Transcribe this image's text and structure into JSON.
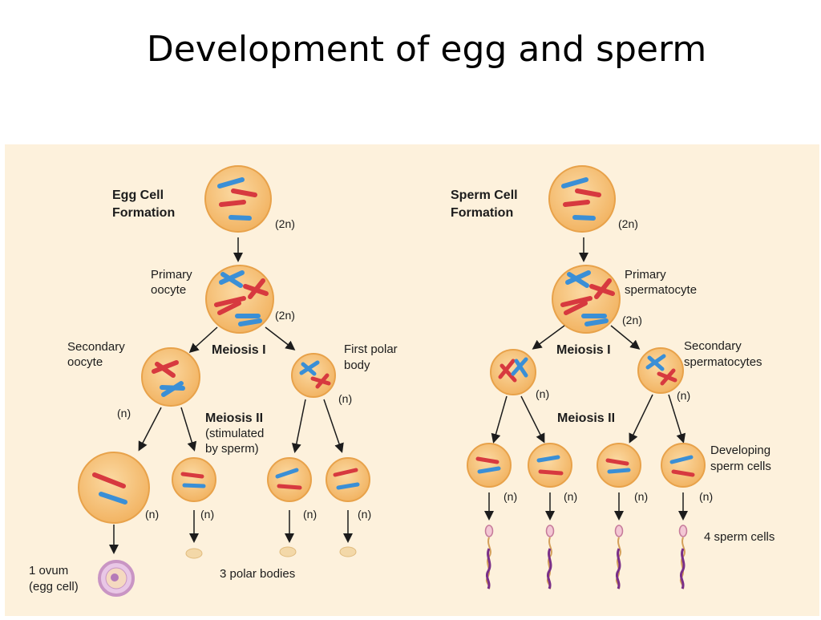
{
  "title": "Development of egg and sperm",
  "colors": {
    "background": "#fdf1dc",
    "cell_fill": "#f6c47a",
    "cell_border": "#e8a24a",
    "chromosome_red": "#d7393f",
    "chromosome_blue": "#3a8fd6",
    "polar_body": "#f3d8a8",
    "ovum": "#c995c4",
    "sperm_tail": "#7a2f88"
  },
  "egg": {
    "heading_1": "Egg Cell",
    "heading_2": "Formation",
    "ploidy_2n": "(2n)",
    "ploidy_2n_b": "(2n)",
    "primary_1": "Primary",
    "primary_2": "oocyte",
    "meiosis1": "Meiosis I",
    "secondary_1": "Secondary",
    "secondary_2": "oocyte",
    "polar_1": "First polar",
    "polar_2": "body",
    "n1": "(n)",
    "n2": "(n)",
    "meiosis2_1": "Meiosis II",
    "meiosis2_2": "(stimulated",
    "meiosis2_3": "by sperm)",
    "n3": "(n)",
    "n4": "(n)",
    "n5": "(n)",
    "n6": "(n)",
    "ovum_1": "1 ovum",
    "ovum_2": "(egg cell)",
    "polar_bodies": "3 polar bodies"
  },
  "sperm": {
    "heading_1": "Sperm Cell",
    "heading_2": "Formation",
    "ploidy_2n": "(2n)",
    "ploidy_2n_b": "(2n)",
    "primary_1": "Primary",
    "primary_2": "spermatocyte",
    "meiosis1": "Meiosis I",
    "secondary_1": "Secondary",
    "secondary_2": "spermatocytes",
    "n1": "(n)",
    "n2": "(n)",
    "meiosis2": "Meiosis II",
    "developing_1": "Developing",
    "developing_2": "sperm cells",
    "n3": "(n)",
    "n4": "(n)",
    "n5": "(n)",
    "n6": "(n)",
    "sperm_cells": "4 sperm cells"
  }
}
